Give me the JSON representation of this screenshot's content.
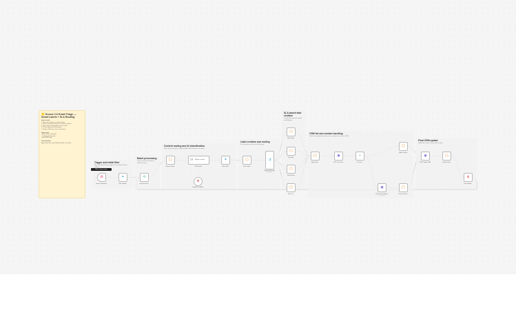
{
  "colors": {
    "canvas": "#f5f5f5",
    "sticky_yellow": "#fff3d1",
    "sticky_gray": "#f0f0f0",
    "tooltip": "#222222"
  },
  "main_note": {
    "title": "🟡 Groove CX Email Triage — Smart Labels + SLA Routing",
    "sec1": "How it works",
    "lines1": [
      "1. New email triggers on Groove inbox",
      "2. Filter incoming messages by mailbox condition",
      "3. Batch emails and classify content via AI",
      "4. Create labels with SLA routing",
      "5. Update CRM with contact information"
    ],
    "sec2": "Setup steps",
    "lines2": [
      "• Add Groove credentials",
      "• Configure AI classifier",
      "• Map CRM fields"
    ],
    "sec3": "Customization",
    "lines3": [
      "Adjust label rules and SLA thresholds as needed."
    ]
  },
  "tooltip": "Add or remove nodes",
  "sections": [
    {
      "title": "Trigger and initial filter",
      "desc": "New email from Groove triggers the workflow; filter by mailbox."
    },
    {
      "title": "Batch processing",
      "desc": "Process emails in batches to avoid rate limits."
    },
    {
      "title": "Content routing and AI classification",
      "desc": "Route by content type, classify with AI model and parse the output."
    },
    {
      "title": "Label creation and routing",
      "desc": "Create labels and route by SLA priority."
    },
    {
      "title": "SLA-based task creation",
      "desc": "Create follow-up tasks based on SLA levels."
    },
    {
      "title": "CRM list and contact handling",
      "desc": "Check list membership and create or update the contact in CRM."
    },
    {
      "title": "Final CRM update",
      "desc": "Update the contact record with final data."
    }
  ],
  "nodes": [
    {
      "label": "Groove: New Email",
      "icon": "groove-icon"
    },
    {
      "label": "Filter: Mailbox",
      "icon": "filter-icon"
    },
    {
      "label": "Loop Over Items",
      "icon": "loop-icon"
    },
    {
      "label": "Prepare Content",
      "icon": "code-icon"
    },
    {
      "label": "OpenAI Chat Model",
      "icon": "openai-icon"
    },
    {
      "label": "AI Classifier",
      "wide_label": "AI Agent classifier",
      "icon": "agent-icon"
    },
    {
      "label": "Filter: Valid",
      "icon": "filter-icon"
    },
    {
      "label": "Parse Output",
      "icon": "code-icon"
    },
    {
      "label": "Switch: SLA Priority",
      "sub": "Mode: Rules",
      "icon": "switch-icon"
    },
    {
      "label": "Task: Urgent",
      "icon": "code-icon"
    },
    {
      "label": "Task: High",
      "icon": "code-icon"
    },
    {
      "label": "Task: Normal",
      "icon": "code-icon"
    },
    {
      "label": "Task: Low",
      "icon": "code-icon"
    },
    {
      "label": "Merge Tasks",
      "icon": "code-icon"
    },
    {
      "label": "HTTP: Check List",
      "icon": "http-icon"
    },
    {
      "label": "IF: In List",
      "icon": "if-icon"
    },
    {
      "label": "Update Contact",
      "icon": "code-icon"
    },
    {
      "label": "HTTP: Create Contact",
      "sub": "POST /contacts",
      "icon": "http-icon"
    },
    {
      "label": "Prepare Contact",
      "icon": "code-icon"
    },
    {
      "label": "HTTP: Update CRM",
      "icon": "http-icon"
    },
    {
      "label": "Format Result",
      "icon": "code-icon"
    },
    {
      "label": "No Operation",
      "icon": "noop-icon"
    }
  ]
}
